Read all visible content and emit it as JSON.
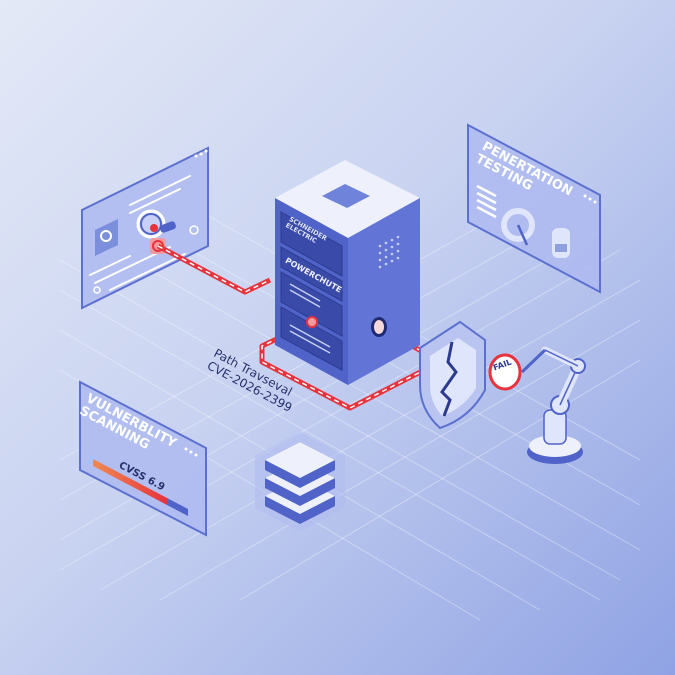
{
  "server": {
    "vendor_label": "SCHNEIDER ELECTRIC",
    "vendor_line1": "SCHNEIDER",
    "vendor_line2": "ELECTRIC",
    "product_label": "POWERCHUTE",
    "icon": "server-icon"
  },
  "attack_path": {
    "line1": "Path Travseval",
    "line2": "CVE-2026-2399",
    "color": "#e8323c"
  },
  "panels": {
    "penetration_testing": {
      "title_line1": "PENERTATION",
      "title_line2": "TESTING",
      "icons": [
        "list-icon",
        "gauge-icon",
        "document-icon"
      ]
    },
    "vulnerability_scanning": {
      "title_line1": "VULNERBLITY",
      "title_line2": "SCANNING",
      "score_label": "CVSS 6.9",
      "icon": "severity-bar"
    },
    "web_app": {
      "icons": [
        "user-avatar-icon",
        "magnifier-icon",
        "target-icon"
      ]
    }
  },
  "shield": {
    "icon": "broken-shield-icon"
  },
  "robot": {
    "badge_label": "FAIL",
    "icon": "robot-arm-icon"
  },
  "database": {
    "icon": "database-stack-icon"
  },
  "colors": {
    "primary": "#4f63c8",
    "panel": "#a9b6ea",
    "accent_red": "#e8323c",
    "background_light": "#e4e9f7",
    "background_dark": "#8fa2e4"
  }
}
